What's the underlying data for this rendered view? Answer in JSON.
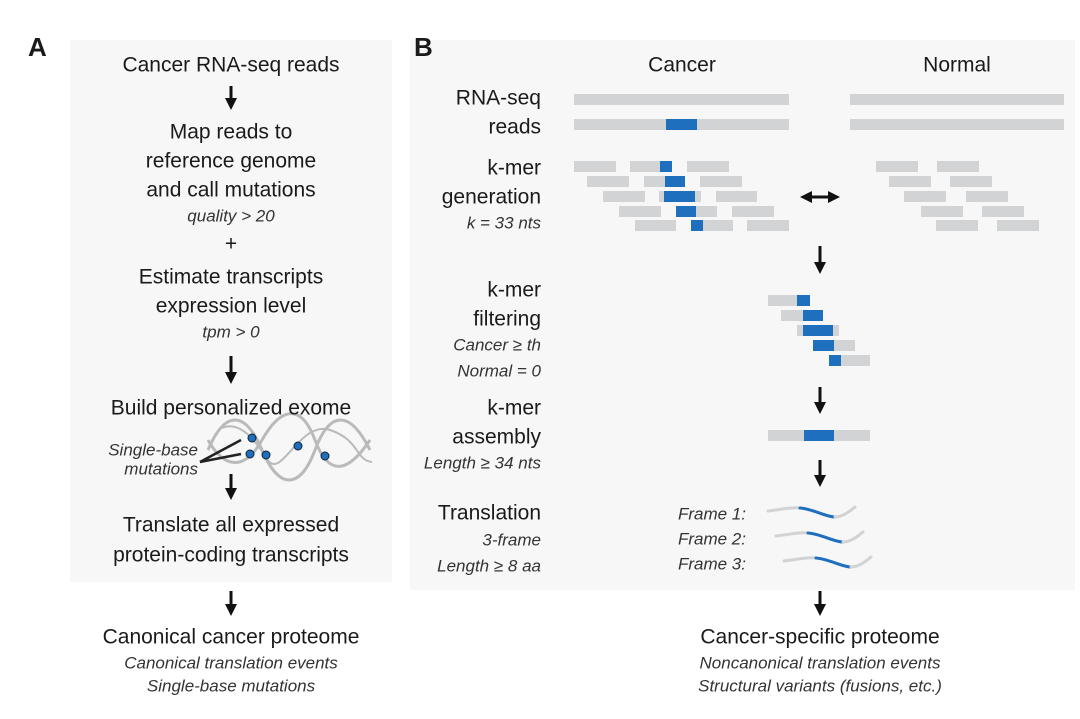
{
  "panel_a": {
    "label": "A",
    "step1": "Cancer RNA-seq reads",
    "step2": [
      "Map reads to",
      "reference genome",
      "and call mutations"
    ],
    "step2_note": "quality > 20",
    "plus": "+",
    "step3": [
      "Estimate transcripts",
      "expression level"
    ],
    "step3_note": "tpm > 0",
    "step4": "Build personalized exome",
    "mutation_label": [
      "Single-base",
      "mutations"
    ],
    "step5": [
      "Translate all expressed",
      "protein-coding transcripts"
    ],
    "output_title": "Canonical cancer proteome",
    "output_notes": [
      "Canonical translation events",
      "Single-base mutations"
    ]
  },
  "panel_b": {
    "label": "B",
    "col_cancer": "Cancer",
    "col_normal": "Normal",
    "reads_label": [
      "RNA-seq",
      "reads"
    ],
    "kmer_gen_label": [
      "k-mer",
      "generation"
    ],
    "kmer_gen_note": "k = 33 nts",
    "filter_label": [
      "k-mer",
      "filtering"
    ],
    "filter_notes": [
      "Cancer ≥ th",
      "Normal = 0"
    ],
    "assembly_label": [
      "k-mer",
      "assembly"
    ],
    "assembly_note": "Length ≥ 34 nts",
    "translation_label": "Translation",
    "translation_notes": [
      "3-frame",
      "Length ≥ 8 aa"
    ],
    "frames": [
      "Frame 1:",
      "Frame 2:",
      "Frame 3:"
    ],
    "output_title": "Cancer-specific proteome",
    "output_notes": [
      "Noncanonical translation events",
      "Structural variants (fusions, etc.)"
    ]
  },
  "colors": {
    "mutation": "#1f6fbf",
    "read": "#d2d3d4",
    "panel": "#f6f7f6"
  }
}
